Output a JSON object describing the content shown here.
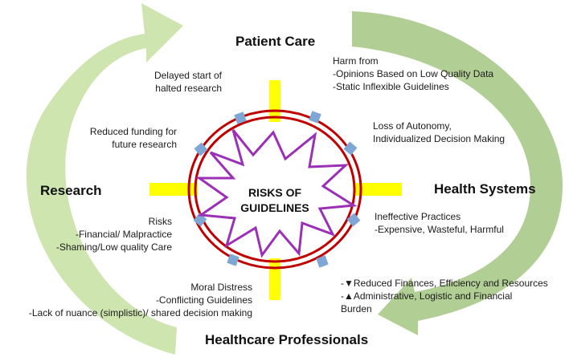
{
  "headings": {
    "top": "Patient Care",
    "left": "Research",
    "right": "Health Systems",
    "bottom": "Healthcare Professionals"
  },
  "center": {
    "line1": "RISKS OF",
    "line2": "GUIDELINES"
  },
  "labels": {
    "delayed_research": [
      "Delayed start of",
      "halted research"
    ],
    "reduced_funding": [
      "Reduced funding for",
      "future research"
    ],
    "risks": [
      "Risks",
      "-Financial/ Malpractice",
      "-Shaming/Low quality Care"
    ],
    "moral_distress": [
      "Moral Distress",
      "-Conflicting Guidelines",
      "-Lack of nuance (simplistic)/ shared decision making"
    ],
    "harm_from": [
      "Harm from",
      "-Opinions Based on Low Quality Data",
      "-Static Inflexible Guidelines"
    ],
    "loss_autonomy": [
      "Loss of Autonomy,",
      "Individualized Decision Making"
    ],
    "ineffective": [
      "Ineffective Practices",
      "-Expensive, Wasteful, Harmful"
    ],
    "reduced_finances": [
      "-▼Reduced Finances, Efficiency and Resources",
      "-▲Administrative, Logistic and Financial",
      "Burden"
    ]
  },
  "colors": {
    "arrow_left": "#c9e2a6",
    "arrow_right": "#a9c988",
    "ring": "#c00000",
    "spike": "#ffff00",
    "patch": "#7fa7d6",
    "star": "#9b30b7"
  }
}
